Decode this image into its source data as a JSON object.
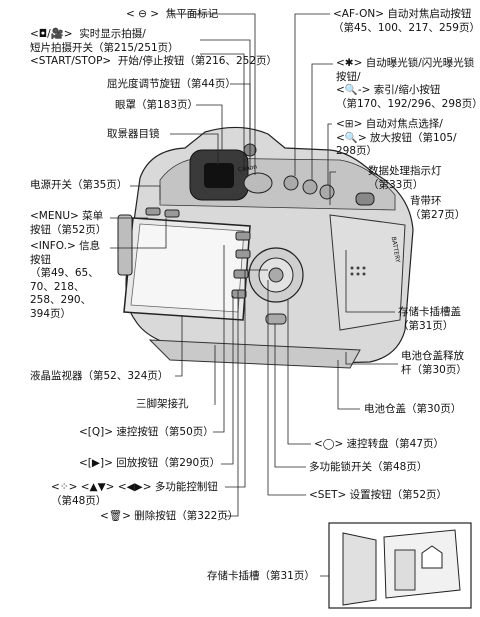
{
  "labels": {
    "focal_plane_mark": "< ⊖ >  焦平面标记",
    "live_view_movie": "<◘/🎥>  实时显示拍摄/\n短片拍摄开关（第215/251页）\n<START/STOP>  开始/停止按钮（第216、252页）",
    "diopter_knob": "屈光度调节旋钮（第44页）",
    "eyecup": "眼罩（第183页）",
    "viewfinder_eyepiece": "取景器目镜",
    "power_switch": "电源开关（第35页）",
    "menu_button": "<MENU> 菜单\n按钮（第52页）",
    "info_button": "<INFO.> 信息\n按钮\n（第49、65、\n70、218、\n258、290、\n394页）",
    "lcd_monitor": "液晶监视器（第52、324页）",
    "tripod_socket": "三脚架接孔",
    "quick_control_button": "<[Q]> 速控按钮（第50页）",
    "playback_button": "<[▶]> 回放按钮（第290页）",
    "multi_controller": "<⁘> <▲▼> <◀▶> 多功能控制钮\n（第48页）",
    "erase_button": "<🗑> 删除按钮（第322页）",
    "af_on_button": "<AF-ON> 自动对焦启动按钮\n（第45、100、217、259页）",
    "ae_lock_button": "<✱> 自动曝光锁/闪光曝光锁\n按钮/\n<🔍-> 索引/缩小按钮\n（第170、192/296、298页）",
    "af_point_button": "<⊞> 自动对焦点选择/\n<🔍> 放大按钮（第105/\n298页）",
    "processing_lamp": "数据处理指示灯\n（第33页）",
    "strap_mount": "背带环\n（第27页）",
    "card_slot_cover": "存储卡插槽盖\n（第31页）",
    "battery_cover_release": "电池仓盖释放\n杆（第30页）",
    "battery_cover": "电池仓盖（第30页）",
    "quick_control_dial": "<◯> 速控转盘（第47页）",
    "multi_function_lock": "多功能锁开关（第48页）",
    "set_button": "<SET> 设置按钮（第52页）",
    "card_slot": "存储卡插槽（第31页）"
  },
  "camera_text": {
    "logo": "Canon",
    "vertical_text": "BATTERY"
  }
}
